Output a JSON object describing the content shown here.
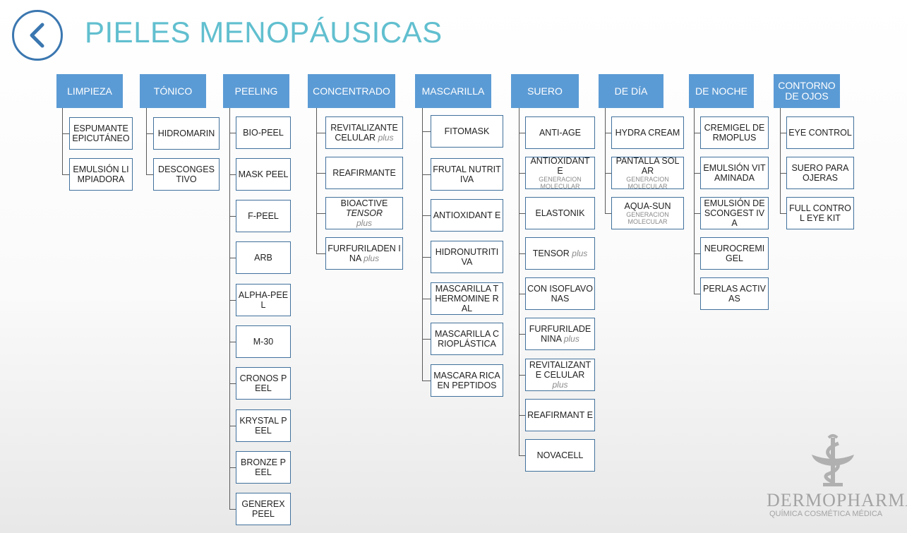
{
  "title": "PIELES MENOPÁUSICAS",
  "colors": {
    "header_bg": "#5b9bd5",
    "item_border": "#41719c",
    "title": "#61bfcf",
    "back_ring": "#3b77b0"
  },
  "back_icon": "chevron-left-icon",
  "columns": [
    {
      "id": "limpieza",
      "header": "LIMPIEZA",
      "items": [
        {
          "text": "ESPUMANTE EPICUTÁNEO"
        },
        {
          "text": "EMULSIÓN LIMPIADORA"
        }
      ]
    },
    {
      "id": "tonico",
      "header": "TÓNICO",
      "items": [
        {
          "text": "HIDROMARIN"
        },
        {
          "text": "DESCONGES TIVO"
        }
      ]
    },
    {
      "id": "peeling",
      "header": "PEELING",
      "items": [
        {
          "text": "BIO-PEEL"
        },
        {
          "text": "MASK PEEL"
        },
        {
          "text": "F-PEEL"
        },
        {
          "text": "ARB"
        },
        {
          "text": "ALPHA-PEEL"
        },
        {
          "text": "M-30"
        },
        {
          "text": "CRONOS PEEL"
        },
        {
          "text": "KRYSTAL PEEL"
        },
        {
          "text": "BRONZE PEEL"
        },
        {
          "text": "GENEREX PEEL"
        }
      ]
    },
    {
      "id": "concentrado",
      "header": "CONCENTRADO",
      "items": [
        {
          "text": "REVITALIZANTE CELULAR",
          "plus": "plus"
        },
        {
          "text": "REAFIRMANTE"
        },
        {
          "text": "BIOACTIVE",
          "italic": "TENSOR",
          "plus_line": "plus"
        },
        {
          "text": "FURFURILADEN INA",
          "plus": "plus"
        }
      ]
    },
    {
      "id": "mascarilla",
      "header": "MASCARILLA",
      "items": [
        {
          "text": "FITOMASK"
        },
        {
          "text": "FRUTAL NUTRITIVA"
        },
        {
          "text": "ANTIOXIDANT E"
        },
        {
          "text": "HIDRONUTRITI VA"
        },
        {
          "text": "MASCARILLA THERMOMINE RAL"
        },
        {
          "text": "MASCARILLA CRIOPLÁSTICA"
        },
        {
          "text": "MASCARA RICA EN PEPTIDOS"
        }
      ]
    },
    {
      "id": "suero",
      "header": "SUERO",
      "items": [
        {
          "text": "ANTI-AGE"
        },
        {
          "text": "ANTIOXIDANT E",
          "sub": "GENERACION MOLECULAR"
        },
        {
          "text": "ELASTONIK"
        },
        {
          "text": "TENSOR",
          "plus": "plus"
        },
        {
          "text": "CON ISOFLAVONAS"
        },
        {
          "text": "FURFURILADE NINA",
          "plus": "plus"
        },
        {
          "text": "REVITALIZANT E CELULAR",
          "plus_line": "plus"
        },
        {
          "text": "REAFIRMANT E"
        },
        {
          "text": "NOVACELL"
        }
      ]
    },
    {
      "id": "de-dia",
      "header": "DE DÍA",
      "items": [
        {
          "text": "HYDRA CREAM"
        },
        {
          "text": "PANTALLA SOLAR",
          "sub": "GENERACION MOLECULAR"
        },
        {
          "text": "AQUA-SUN",
          "sub": "GENERACION MOLECULAR"
        }
      ]
    },
    {
      "id": "de-noche",
      "header": "DE NOCHE",
      "items": [
        {
          "text": "CREMIGEL DERMOPLUS"
        },
        {
          "text": "EMULSIÓN VITAMINADA"
        },
        {
          "text": "EMULSIÓN DESCONGEST IVA"
        },
        {
          "text": "NEUROCREMI GEL"
        },
        {
          "text": "PERLAS ACTIVAS"
        }
      ]
    },
    {
      "id": "contorno",
      "header": "CONTORNO DE OJOS",
      "items": [
        {
          "text": "EYE CONTROL"
        },
        {
          "text": "SUERO PARA OJERAS"
        },
        {
          "text": "FULL CONTROL EYE KIT"
        }
      ]
    }
  ],
  "logo": {
    "brand": "DERMOPHARMA",
    "registered": "®",
    "tagline": "QUÍMICA COSMÉTICA MÉDICA",
    "icon": "caduceus-icon"
  }
}
